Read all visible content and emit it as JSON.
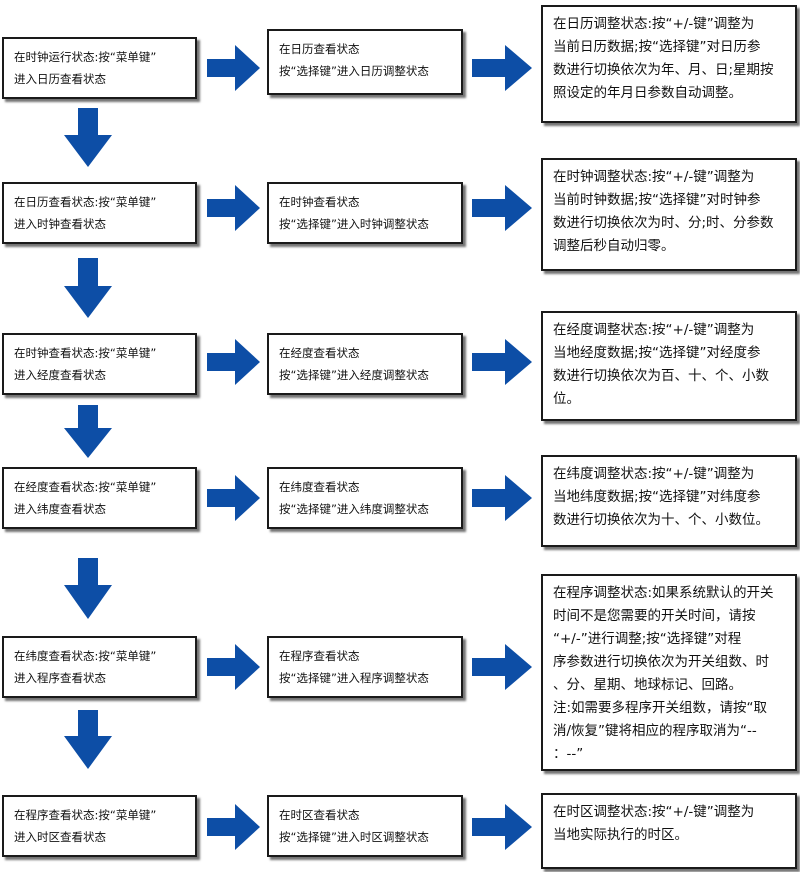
{
  "colors": {
    "arrow": "#0d4ea6",
    "box_border": "#1a1a1a"
  },
  "rows": [
    {
      "left": [
        "在时钟运行状态:按“菜单键”",
        "进入日历查看状态"
      ],
      "mid": [
        "在日历查看状态",
        "按“选择键”进入日历调整状态"
      ],
      "right": [
        "在日历调整状态:按“+/-键”调整为",
        "当前日历数据;按“选择键”对日历参",
        "数进行切换依次为年、月、日;星期按",
        "照设定的年月日参数自动调整。"
      ]
    },
    {
      "left": [
        "在日历查看状态:按“菜单键”",
        "进入时钟查看状态"
      ],
      "mid": [
        "在时钟查看状态",
        "按“选择键”进入时钟调整状态"
      ],
      "right": [
        "在时钟调整状态:按“+/-键”调整为",
        "当前时钟数据;按“选择键”对时钟参",
        "数进行切换依次为时、分;时、分参数",
        "调整后秒自动归零。"
      ]
    },
    {
      "left": [
        "在时钟查看状态:按“菜单键”",
        "进入经度查看状态"
      ],
      "mid": [
        "在经度查看状态",
        "按“选择键”进入经度调整状态"
      ],
      "right": [
        "在经度调整状态:按“+/-键”调整为",
        "当地经度数据;按“选择键”对经度参",
        "数进行切换依次为百、十、个、小数",
        "位。"
      ]
    },
    {
      "left": [
        "在经度查看状态:按“菜单键”",
        "进入纬度查看状态"
      ],
      "mid": [
        "在纬度查看状态",
        "按“选择键”进入纬度调整状态"
      ],
      "right": [
        "在纬度调整状态:按“+/-键”调整为",
        "当地纬度数据;按“选择键”对纬度参",
        "数进行切换依次为十、个、小数位。"
      ]
    },
    {
      "left": [
        "在纬度查看状态:按“菜单键”",
        "进入程序查看状态"
      ],
      "mid": [
        "在程序查看状态",
        "按“选择键”进入程序调整状态"
      ],
      "right": [
        "在程序调整状态:如果系统默认的开关",
        "时间不是您需要的开关时间，请按",
        "“+/-”进行调整;按“选择键”对程",
        "序参数进行切换依次为开关组数、时",
        "、分、星期、地球标记、回路。",
        "注:如需要多程序开关组数，请按“取",
        "消/恢复”键将相应的程序取消为“--",
        "：--”"
      ]
    },
    {
      "left": [
        "在程序查看状态:按“菜单键”",
        "进入时区查看状态"
      ],
      "mid": [
        "在时区查看状态",
        "按“选择键”进入时区调整状态"
      ],
      "right": [
        "在时区调整状态:按“+/-键”调整为",
        "当地实际执行的时区。"
      ]
    }
  ]
}
